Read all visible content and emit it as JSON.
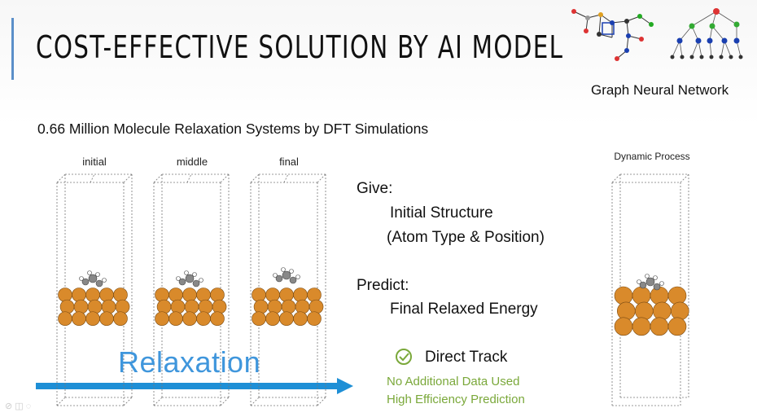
{
  "slide": {
    "title": "COST-EFFECTIVE SOLUTION BY AI MODEL",
    "gnn_label": "Graph Neural Network",
    "subtitle": "0.66 Million Molecule Relaxation Systems by DFT Simulations",
    "frames": [
      "initial",
      "middle",
      "final"
    ],
    "dynamic_label": "Dynamic Process",
    "give_heading": "Give:",
    "give_line1": "Initial Structure",
    "give_line2": "(Atom Type & Position)",
    "predict_heading": "Predict:",
    "predict_line": "Final Relaxed Energy",
    "relaxation_label": "Relaxation",
    "direct_track": "Direct Track",
    "note1": "No Additional Data Used",
    "note2": "High Efficiency Prediction"
  },
  "colors": {
    "accent": "#5b8fc9",
    "atom_copper": "#d98a2b",
    "arrow_blue": "#1e8fd6",
    "check_green": "#7aa83a"
  },
  "icons": [
    "check-circle-icon",
    "molecule-graph-icon",
    "tree-graph-icon"
  ]
}
